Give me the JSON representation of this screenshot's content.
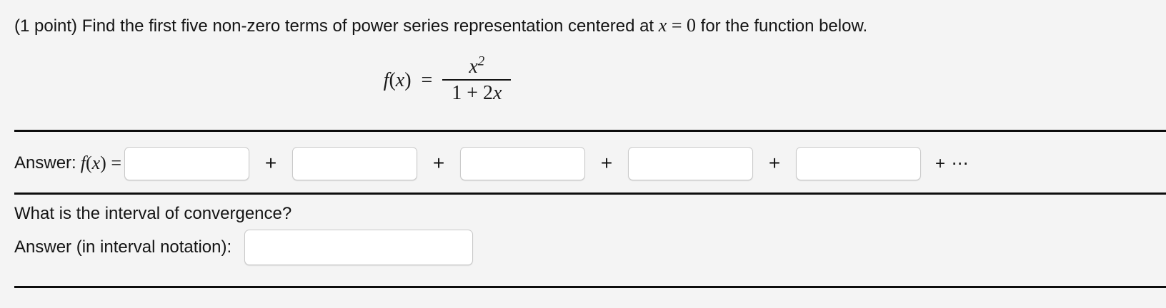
{
  "problem": {
    "points_label": "(1 point)",
    "statement_before_math": " Find the first five non-zero terms of power series representation centered at ",
    "statement_math_var": "x",
    "statement_math_rel": " = ",
    "statement_math_value": "0",
    "statement_after_math": " for the function below."
  },
  "equation": {
    "lhs_f": "f",
    "lhs_open": "(",
    "lhs_var": "x",
    "lhs_close": ")",
    "relation": "=",
    "numerator_var": "x",
    "numerator_exponent": "2",
    "denominator": "1 + 2x",
    "denominator_one": "1",
    "denominator_plus": " + ",
    "denominator_coeff": "2",
    "denominator_var": "x",
    "plain_text": "f(x) = x^2 / (1 + 2x)"
  },
  "answer_section": {
    "label": "Answer:",
    "fx_f": "f",
    "fx_open": "(",
    "fx_var": "x",
    "fx_close": ")",
    "fx_rel": " =",
    "plus_operator": "+",
    "trailing": "+ ⋯",
    "blanks": [
      {
        "name": "term-1",
        "value": "",
        "placeholder": ""
      },
      {
        "name": "term-2",
        "value": "",
        "placeholder": ""
      },
      {
        "name": "term-3",
        "value": "",
        "placeholder": ""
      },
      {
        "name": "term-4",
        "value": "",
        "placeholder": ""
      },
      {
        "name": "term-5",
        "value": "",
        "placeholder": ""
      }
    ]
  },
  "convergence_section": {
    "question": "What is the interval of convergence?",
    "answer_label": "Answer (in interval notation):",
    "answer_value": "",
    "answer_placeholder": ""
  },
  "colors": {
    "background": "#f4f4f4",
    "text": "#141414",
    "rule": "#0d0d0d",
    "input_border": "#c9c9c9",
    "input_background": "#ffffff"
  }
}
